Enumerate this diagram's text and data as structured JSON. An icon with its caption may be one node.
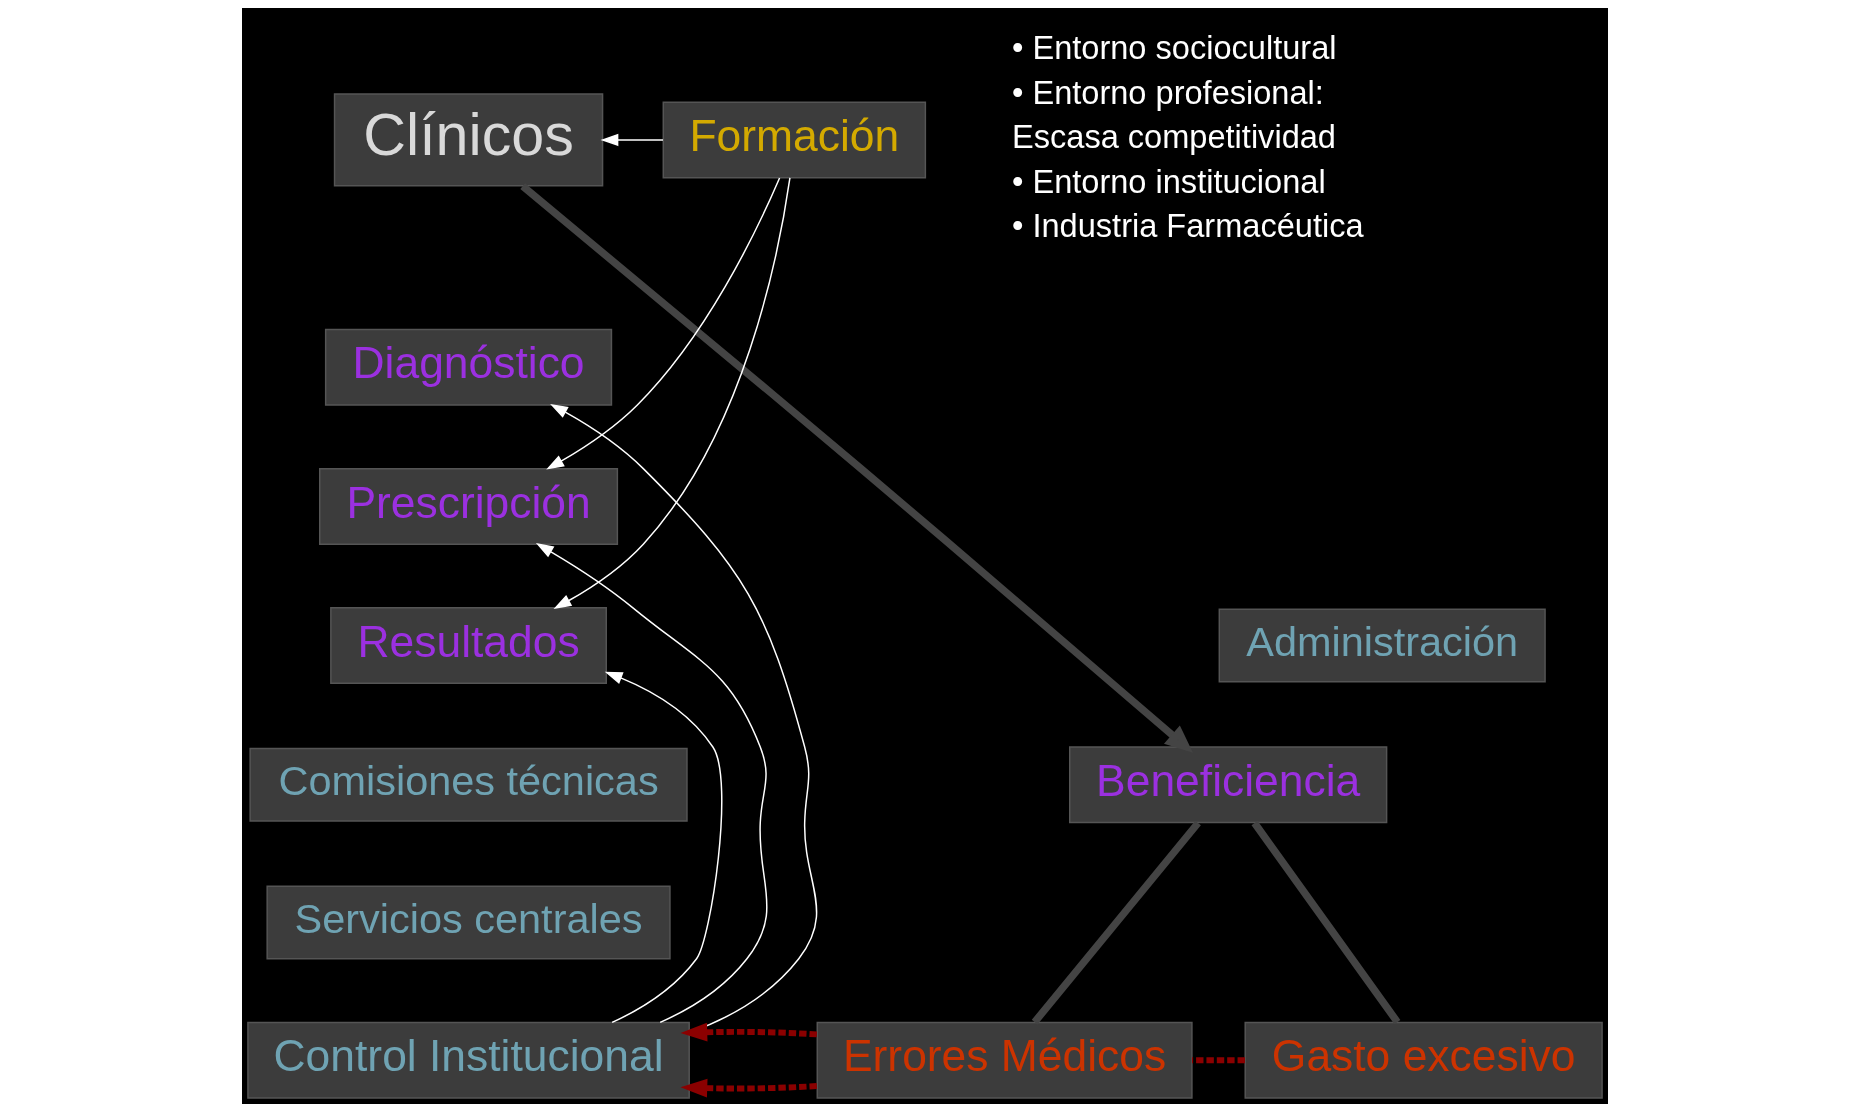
{
  "diagram": {
    "nodes": [
      {
        "text": [
          "Clínicos"
        ]
      },
      {
        "text": [
          "Formación"
        ]
      },
      {
        "text": [
          "Diagnóstico"
        ]
      },
      {
        "text": [
          "Prescripción"
        ]
      },
      {
        "text": [
          "Resultados"
        ]
      },
      {
        "text": [
          "Beneficiencia"
        ]
      },
      {
        "text": [
          "Administración"
        ]
      },
      {
        "text": [
          "Comisiones técnicas"
        ]
      },
      {
        "text": [
          "Servicios centrales"
        ]
      },
      {
        "text": [
          "Control Institucional"
        ]
      },
      {
        "text": [
          "Errores Médicos"
        ]
      },
      {
        "text": [
          "Gasto excesivo"
        ]
      }
    ],
    "edges": [
      {
        "from": 0,
        "to": 5,
        "arrow": "to",
        "style": "thick",
        "color": "#444444"
      },
      {
        "from": 1,
        "to": 0,
        "arrow": "to"
      },
      {
        "from": 1,
        "to": 3,
        "arrow": "to"
      },
      {
        "from": 1,
        "to": 4,
        "arrow": "to"
      },
      {
        "from": 9,
        "to": 2,
        "arrow": "to"
      },
      {
        "from": 9,
        "to": 3,
        "arrow": "to"
      },
      {
        "from": 9,
        "to": 4,
        "arrow": "to"
      },
      {
        "from": 5,
        "to": 10,
        "arrow": "none",
        "style": "thick",
        "color": "#444444"
      },
      {
        "from": 5,
        "to": 11,
        "arrow": "none",
        "style": "thick",
        "color": "#444444"
      },
      {
        "from": 10,
        "to": 9,
        "arrow": "to",
        "style": "dashed",
        "color": "#8b0000"
      },
      {
        "from": 10,
        "to": 9,
        "arrow": "to",
        "style": "dashed",
        "color": "#8b0000"
      },
      {
        "from": 11,
        "to": 10,
        "arrow": "none",
        "style": "dashed",
        "color": "#8b0000"
      }
    ],
    "labels": [
      "• Entorno sociocultural",
      "• Entorno profesional:",
      "Escasa competitividad",
      "• Entorno institucional",
      "• Industria Farmacéutica"
    ]
  }
}
